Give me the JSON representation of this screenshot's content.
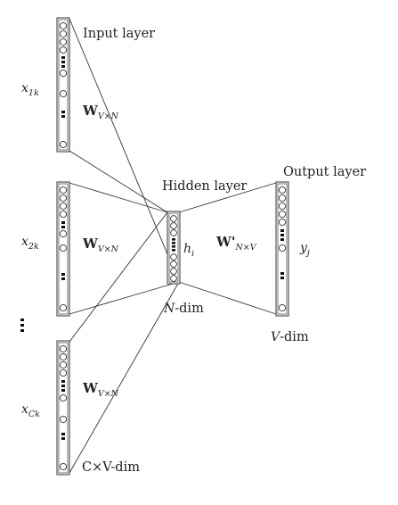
{
  "labels": {
    "input_layer": "Input layer",
    "hidden_layer": "Hidden layer",
    "output_layer": "Output layer",
    "n_dim_var": "N",
    "n_dim_suffix": "-dim",
    "v_dim_var": "V",
    "v_dim_suffix": "-dim",
    "cv_dim": "C×V-dim"
  },
  "vectors": {
    "x1_main": "x",
    "x1_sub": "1k",
    "x2_main": "x",
    "x2_sub": "2k",
    "xc_main": "x",
    "xc_sub": "Ck",
    "h_main": "h",
    "h_sub": "i",
    "y_main": "y",
    "y_sub": "j"
  },
  "weights": {
    "w_main": "W",
    "w_sub": "V×N",
    "w_out_main": "W'",
    "w_out_sub": "N×V"
  }
}
